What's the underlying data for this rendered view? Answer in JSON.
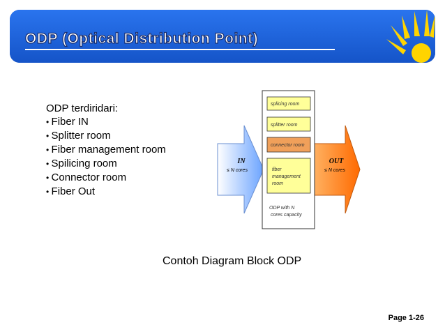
{
  "title": "ODP (Optical Distribution Point)",
  "list": {
    "lead": "ODP terdiridari:",
    "items": [
      "Fiber IN",
      "Splitter room",
      "Fiber management room",
      "Spilicing room",
      "Connector room",
      "Fiber Out"
    ]
  },
  "diagram": {
    "in_label": "IN",
    "in_sub": "≤ N  cores",
    "out_label": "OUT",
    "out_sub": "≤ N cores",
    "blocks": {
      "splicing": "splicing room",
      "splitter": "splitter room",
      "connector": "connector room",
      "fiber_mgmt_1": "fiber",
      "fiber_mgmt_2": "management",
      "fiber_mgmt_3": "room"
    },
    "capacity_1": "ODP with N",
    "capacity_2": " cores capacity"
  },
  "caption": "Contoh Diagram Block ODP",
  "footer": "Page 1-26",
  "colors": {
    "header_blue": "#1a5fd6",
    "block_yellow": "#ffff99",
    "block_orange": "#f0a05a",
    "arrow_in": "#7fb2ff",
    "arrow_out": "#ff7a1a",
    "sun_yellow": "#ffd400"
  }
}
